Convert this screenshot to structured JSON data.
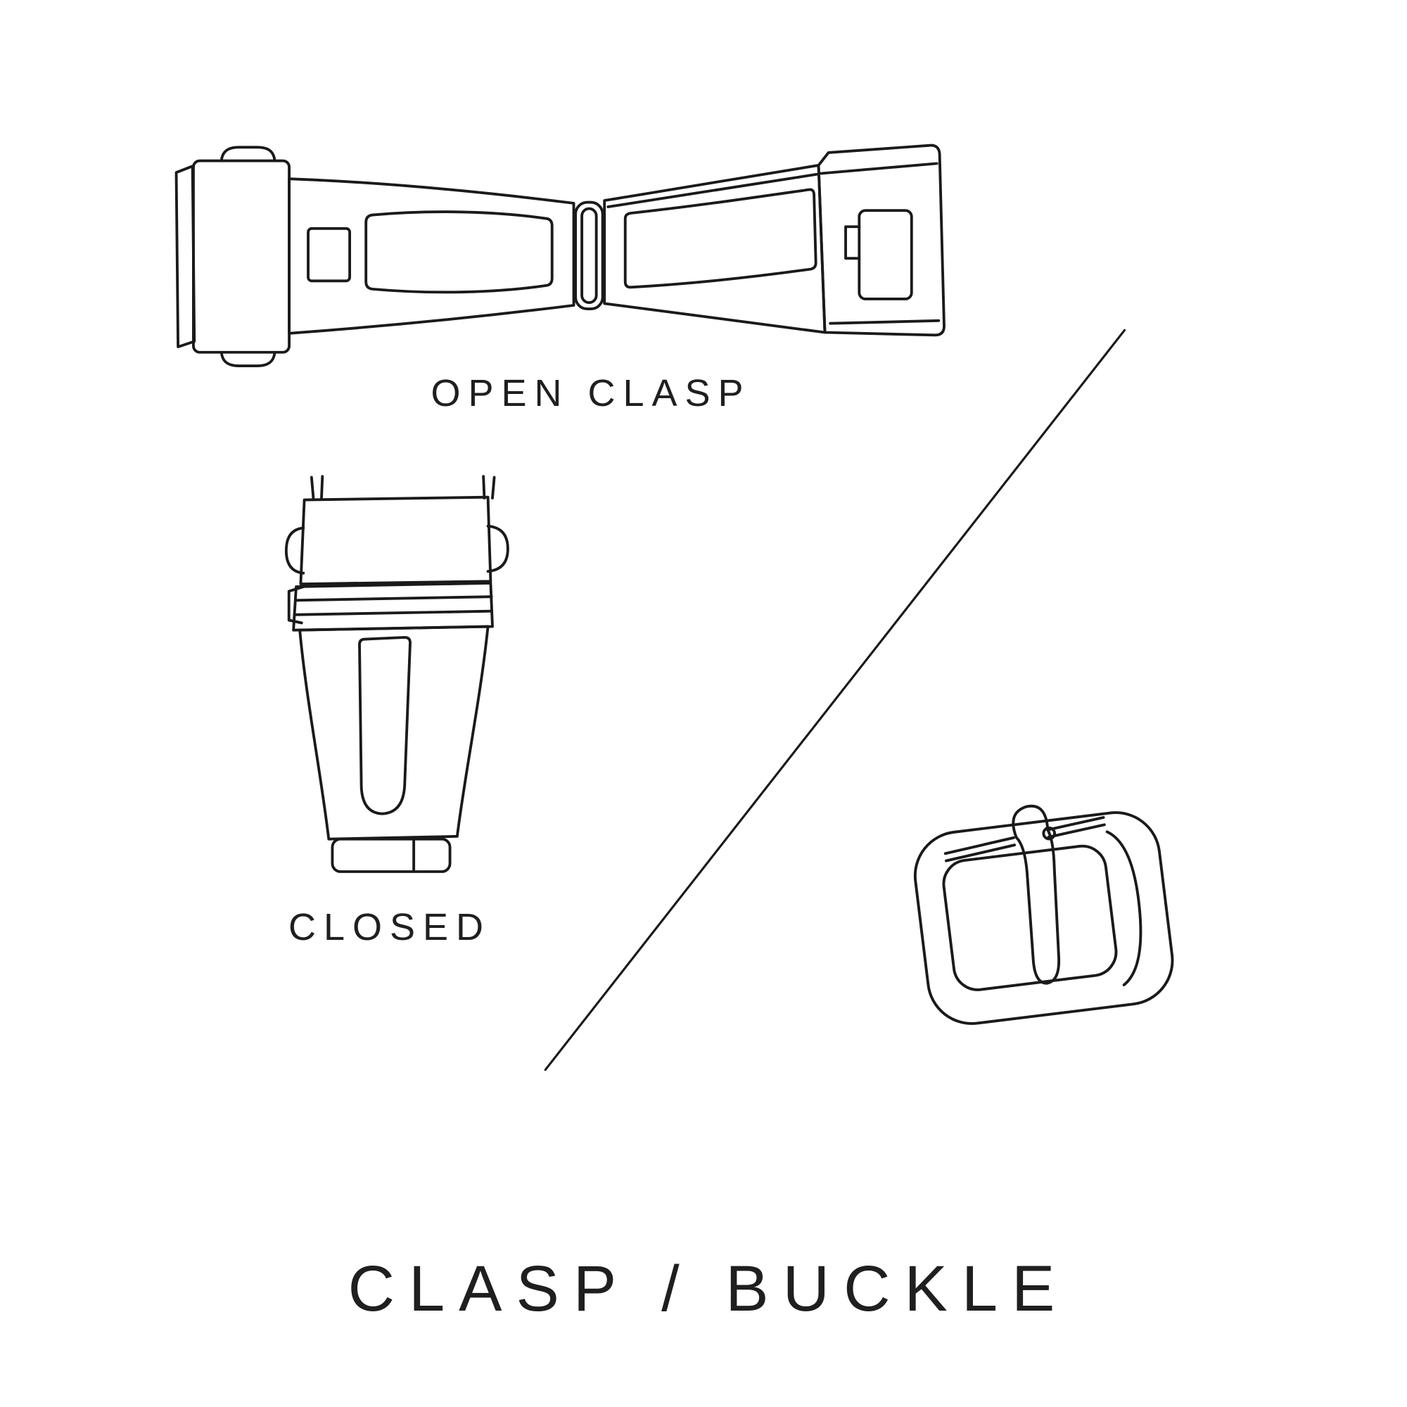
{
  "title": "CLASP / BUCKLE",
  "labels": {
    "open_clasp": "OPEN CLASP",
    "closed": "CLOSED"
  },
  "illustrations": {
    "open_clasp": "open-clasp-drawing",
    "closed_clasp": "closed-clasp-drawing",
    "buckle": "buckle-drawing",
    "divider": "diagonal-line"
  },
  "colors": {
    "background": "#ffffff",
    "line": "#1a1a1a",
    "text": "#1f1f1f"
  }
}
